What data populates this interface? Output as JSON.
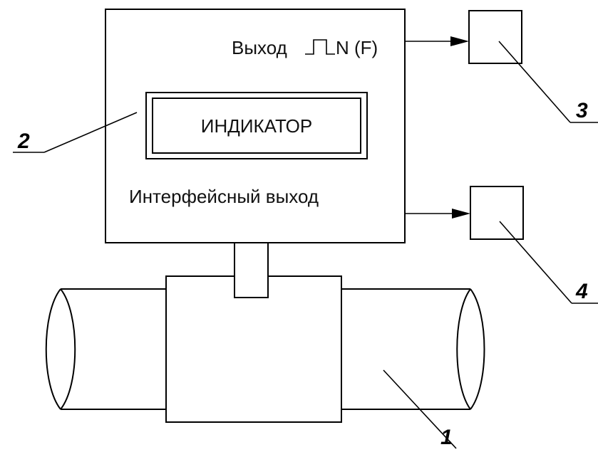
{
  "device": {
    "pulse_output_label": "Выход",
    "pulse_output_suffix": "N (F)",
    "indicator_label": "ИНДИКАТОР",
    "interface_output_label": "Интерфейсный выход"
  },
  "callouts": {
    "pipe": "1",
    "indicator": "2",
    "pulse_receiver": "3",
    "interface_receiver": "4"
  }
}
